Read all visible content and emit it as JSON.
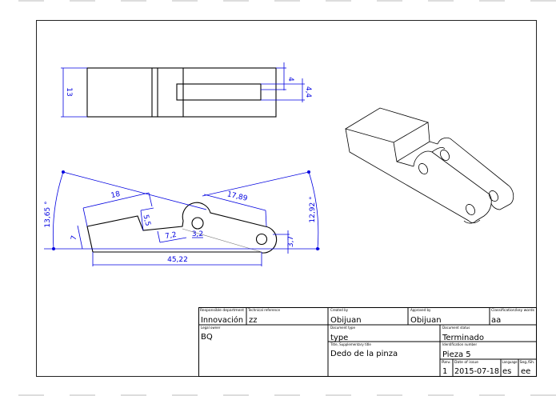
{
  "drawing": {
    "top_view": {
      "dims": {
        "width": "13",
        "slot_offset": "4",
        "slot_width": "4,4"
      }
    },
    "side_view": {
      "dims": {
        "angle_left": "13,65 °",
        "angle_right": "12,92 °",
        "upper_left": "18",
        "upper_right": "17,89",
        "notch": "5,5",
        "left_edge": "7",
        "step": "7,2",
        "hole": "3,2",
        "right_end": "3,7",
        "overall": "45,22"
      }
    },
    "colors": {
      "dimension": "#0000e0",
      "outline": "#000000"
    }
  },
  "title_block": {
    "responsible_department": {
      "label": "Responsible department",
      "value": "Innovación"
    },
    "technical_reference": {
      "label": "Technical reference",
      "value": "zz"
    },
    "created_by": {
      "label": "Created by",
      "value": "Obijuan"
    },
    "approved_by": {
      "label": "Approved by",
      "value": "Obijuan"
    },
    "classification": {
      "label": "Classification/key words",
      "value": "aa"
    },
    "legal_owner": {
      "label": "Legal owner",
      "value": "BQ"
    },
    "document_type": {
      "label": "Document type",
      "value": "type"
    },
    "document_status": {
      "label": "Document status",
      "value": "Terminado"
    },
    "title": {
      "label": "Title, Supplementary title",
      "value": "Dedo de la pinza"
    },
    "identification_number": {
      "label": "Identification number",
      "value": "Pieza 5"
    },
    "revision": {
      "label": "Rev.",
      "value": "1"
    },
    "date_of_issue": {
      "label": "Date of issue",
      "value": "2015-07-18"
    },
    "language": {
      "label": "Language",
      "value": "es"
    },
    "sheet": {
      "label": "Seg./Sh.",
      "value": "ee"
    }
  }
}
